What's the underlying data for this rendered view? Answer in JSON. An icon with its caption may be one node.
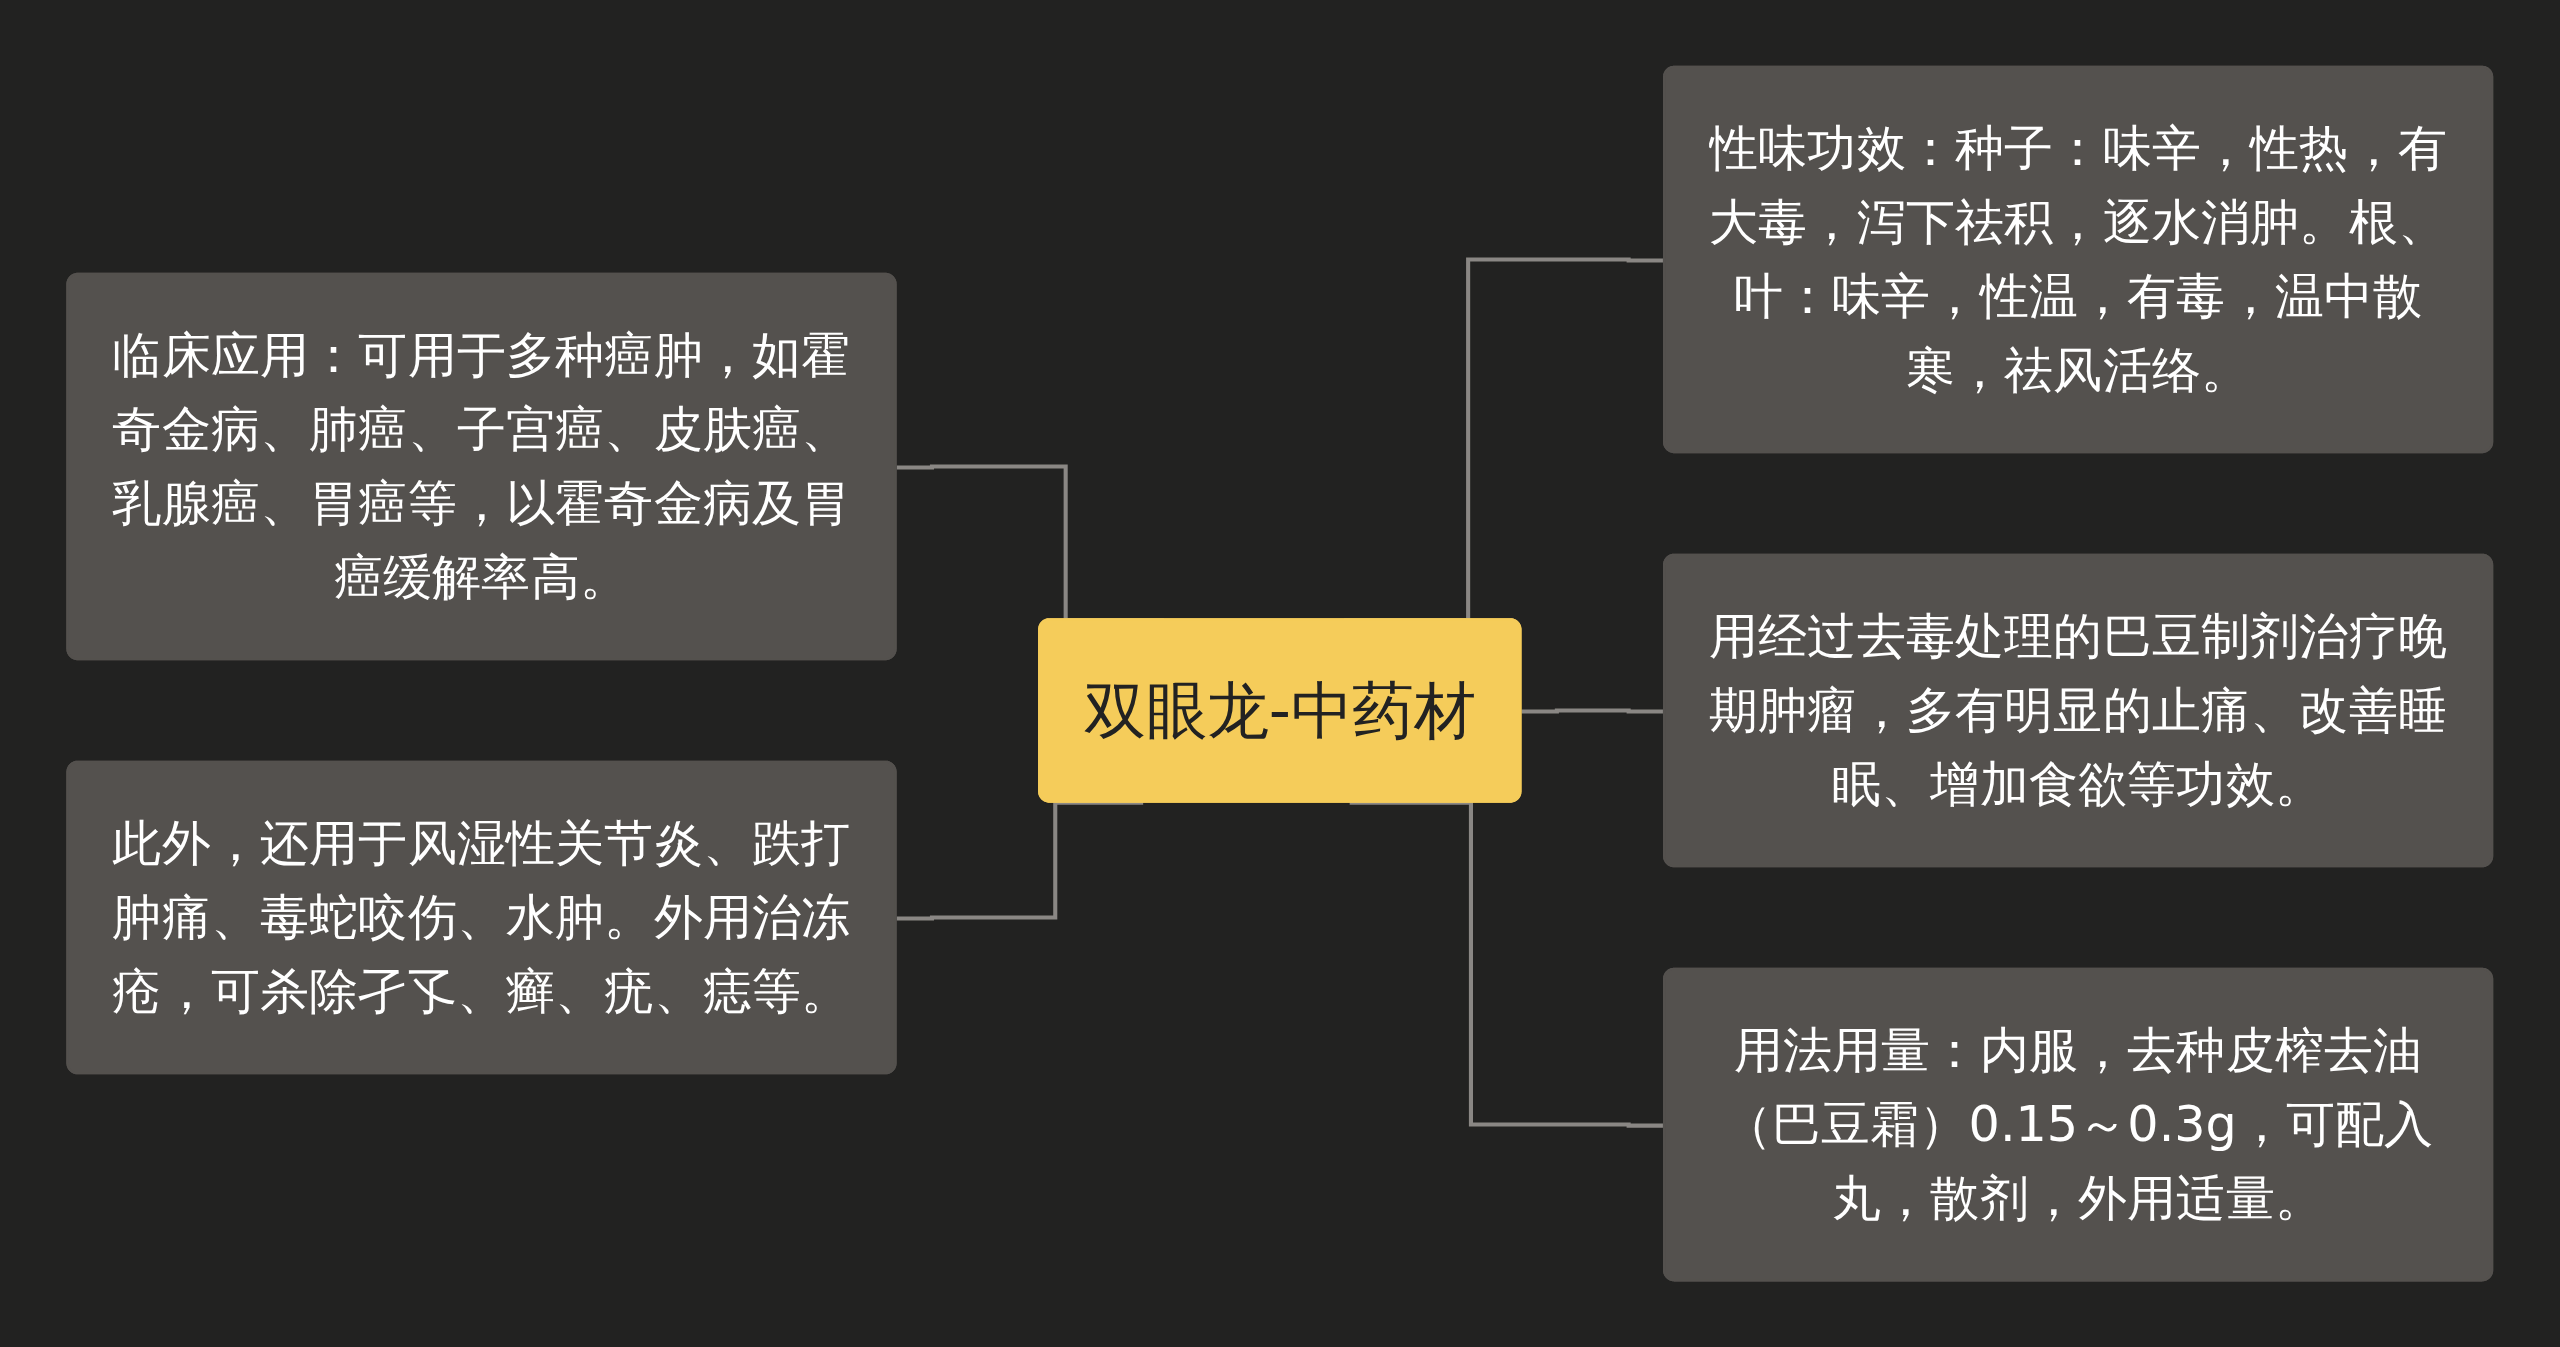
{
  "diagram": {
    "nodes": [
      {
        "text": [
          "双眼龙-中药材"
        ]
      },
      {
        "text": [
          "临床应用：可用于多种癌肿，如霍奇金病、肺癌、子宫癌、皮肤癌、乳腺癌、胃癌等，以霍奇金病及胃癌缓解率高。"
        ]
      },
      {
        "text": [
          "此外，还用于风湿性关节炎、跌打肿痛、毒蛇咬伤、水肿。外用治冻疮，可杀除孑孓、癣、疣、痣等。"
        ]
      },
      {
        "text": [
          "性味功效：种子：味辛，性热，有大毒，泻下祛积，逐水消肿。根、叶：味辛，性温，有毒，温中散寒，祛风活络。"
        ]
      },
      {
        "text": [
          "用经过去毒处理的巴豆制剂治疗晚期肿瘤，多有明显的止痛、改善睡眠、增加食欲等功效。"
        ]
      },
      {
        "text": [
          "用法用量：内服，去种皮榨去油（巴豆霜）0.15～0.3g，可配入丸，散剂，外用适量。"
        ]
      }
    ],
    "edges": [
      {
        "from": 0,
        "to": 1,
        "arrow": "none"
      },
      {
        "from": 0,
        "to": 2,
        "arrow": "none"
      },
      {
        "from": 0,
        "to": 3,
        "arrow": "none"
      },
      {
        "from": 0,
        "to": 4,
        "arrow": "none"
      },
      {
        "from": 0,
        "to": 5,
        "arrow": "none"
      }
    ]
  }
}
